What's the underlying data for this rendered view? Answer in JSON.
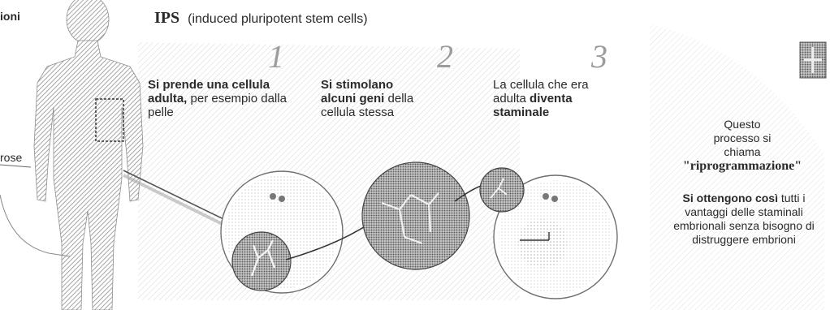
{
  "fragments": {
    "top_left": "ioni",
    "mid_left": "rose"
  },
  "title": {
    "acronym": "IPS",
    "text": "(induced pluripotent stem cells)"
  },
  "steps": [
    {
      "number": "1",
      "bold": "Si prende una cellula adulta,",
      "rest": "per esempio dalla pelle"
    },
    {
      "number": "2",
      "bold": "Si stimolano alcuni geni",
      "rest": "della cellula stessa"
    },
    {
      "number": "3",
      "lead": "La cellula che era adulta",
      "bold": "diventa staminale"
    }
  ],
  "process": {
    "lead": "Questo processo si chiama",
    "term": "\"riprogrammazione\""
  },
  "conclusion": "Si ottengono così tutti i vantaggi delle staminali embrionali senza bisogno di distruggere embrioni",
  "colors": {
    "text": "#2a2a2a",
    "hatch": "#8f8f8f",
    "cell_outline": "#6e6e6e",
    "step_number": "#9c9c9c"
  },
  "icons": [
    "human-silhouette",
    "adult-cell",
    "stimulated-cell",
    "stem-cell",
    "logo-mark"
  ]
}
